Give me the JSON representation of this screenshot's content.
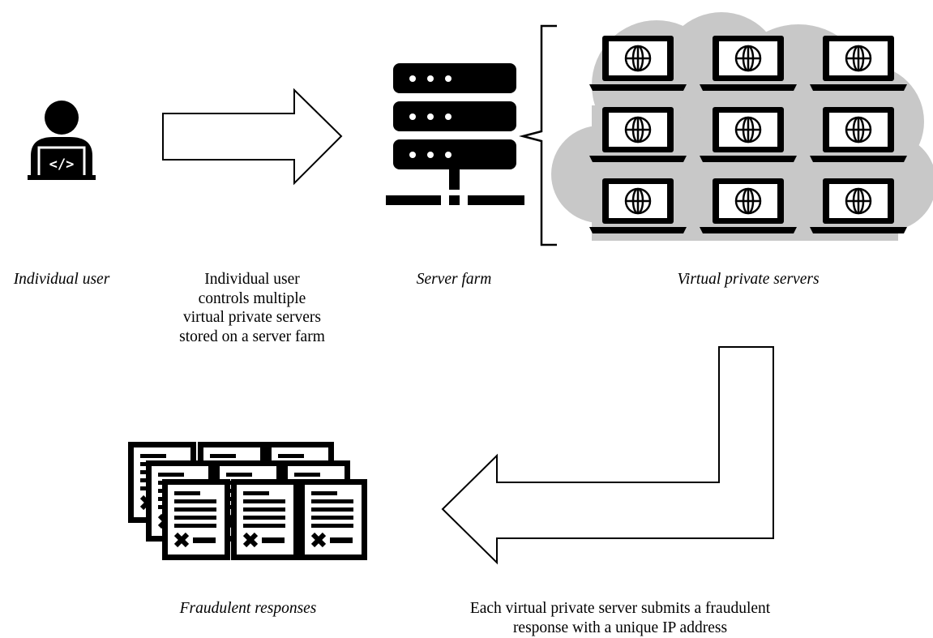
{
  "labels": {
    "individual_user": "Individual user",
    "controls_text": [
      "Individual user",
      "controls multiple",
      "virtual private servers",
      "stored on a server farm"
    ],
    "server_farm": "Server farm",
    "virtual_private_servers": "Virtual private servers",
    "fraudulent_responses": "Fraudulent responses",
    "submits_text": [
      "Each virtual private server submits a fraudulent",
      "response with a unique IP address"
    ]
  },
  "icons": {
    "user": "user-laptop-code-icon",
    "arrow_right": "right-arrow-icon",
    "server": "server-rack-icon",
    "bracket": "left-brace-icon",
    "cloud": "cloud-icon",
    "vps": "laptop-globe-icon",
    "arrow_bent": "bent-down-left-arrow-icon",
    "responses": "document-x-icon"
  },
  "colors": {
    "ink": "#000000",
    "cloud": "#c8c8c8",
    "background": "#ffffff"
  }
}
